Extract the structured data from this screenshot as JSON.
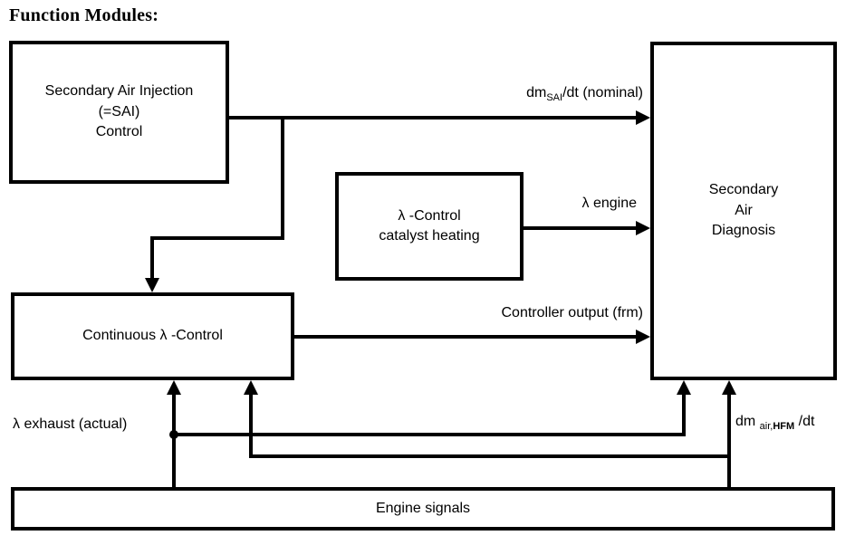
{
  "title": "Function Modules:",
  "boxes": {
    "sai": {
      "lines": [
        "Secondary Air Injection",
        "(=SAI)",
        "Control"
      ]
    },
    "catalyst": {
      "lines": [
        "λ -Control",
        "catalyst heating"
      ]
    },
    "continuous": {
      "label": "Continuous λ -Control"
    },
    "diagnosis": {
      "lines": [
        "Secondary",
        "Air",
        "Diagnosis"
      ]
    },
    "engine": {
      "label": "Engine signals"
    }
  },
  "labels": {
    "dm_sai": {
      "pre": "dm",
      "sub": "SAI",
      "post": "/dt (nominal)"
    },
    "lambda_engine": "λ engine",
    "controller_output": "Controller output (frm)",
    "lambda_exhaust": "λ exhaust (actual)",
    "dm_air": {
      "pre": "dm ",
      "sub1": "air,",
      "sub2": "HFM",
      "post": " /dt"
    }
  },
  "colors": {
    "line": "#000000",
    "background": "#ffffff"
  }
}
